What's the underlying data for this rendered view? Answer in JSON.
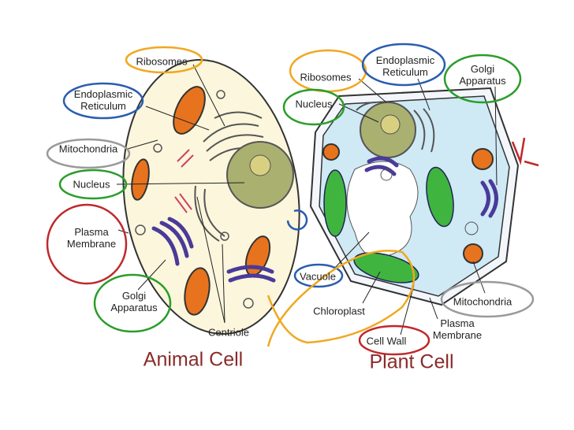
{
  "animal": {
    "title": "Animal Cell",
    "labels": {
      "ribosomes": "Ribosomes",
      "er": "Endoplasmic\nReticulum",
      "mitochondria": "Mitochondria",
      "nucleus": "Nucleus",
      "plasma_membrane": "Plasma\nMembrane",
      "golgi": "Golgi\nApparatus",
      "centriole": "Centriole"
    }
  },
  "plant": {
    "title": "Plant Cell",
    "labels": {
      "ribosomes": "Ribosomes",
      "er": "Endoplasmic\nReticulum",
      "golgi": "Golgi\nApparatus",
      "nucleus": "Nucleus",
      "vacuole": "Vacuole",
      "chloroplast": "Chloroplast",
      "cell_wall": "Cell Wall",
      "plasma_membrane": "Plasma\nMembrane",
      "mitochondria": "Mitochondria"
    }
  },
  "colors": {
    "orange": "#f0a820",
    "blue": "#2a5db0",
    "gray": "#9a9a9a",
    "green": "#2a9d2a",
    "red": "#c0282a",
    "title": "#8b2a2a"
  }
}
